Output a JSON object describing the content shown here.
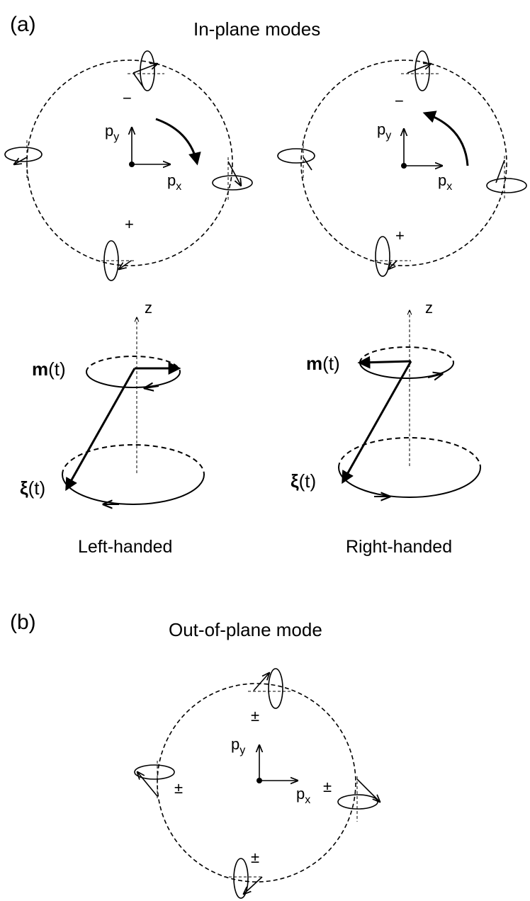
{
  "panel_a": {
    "label": "(a)",
    "title": "In-plane modes",
    "left_diagram": {
      "axis_x": "p",
      "axis_x_sub": "x",
      "axis_y": "p",
      "axis_y_sub": "y",
      "sign_top": "−",
      "sign_bottom": "+"
    },
    "right_diagram": {
      "axis_x": "p",
      "axis_x_sub": "x",
      "axis_y": "p",
      "axis_y_sub": "y",
      "sign_top": "−",
      "sign_bottom": "+"
    },
    "left_precession": {
      "axis": "z",
      "m_label_bold": "m",
      "m_label_rest": "(t)",
      "xi_label_bold": "ξ",
      "xi_label_rest": "(t)",
      "caption": "Left-handed"
    },
    "right_precession": {
      "axis": "z",
      "m_label_bold": "m",
      "m_label_rest": "(t)",
      "xi_label_bold": "ξ",
      "xi_label_rest": "(t)",
      "caption": "Right-handed"
    }
  },
  "panel_b": {
    "label": "(b)",
    "title": "Out-of-plane mode",
    "diagram": {
      "axis_x": "p",
      "axis_x_sub": "x",
      "axis_y": "p",
      "axis_y_sub": "y",
      "sign": "±"
    }
  }
}
